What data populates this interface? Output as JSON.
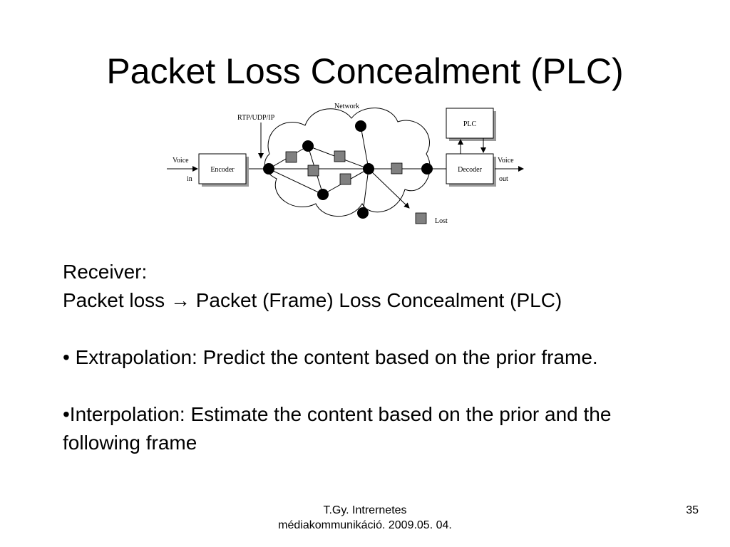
{
  "slide": {
    "title": "Packet Loss Concealment (PLC)"
  },
  "diagram": {
    "labels": {
      "network": "Network",
      "protocol": "RTP/UDP/IP",
      "plc": "PLC",
      "voice_in_1": "Voice",
      "voice_in_2": "in",
      "encoder": "Encoder",
      "decoder": "Decoder",
      "voice_out_1": "Voice",
      "voice_out_2": "out",
      "lost": "Lost"
    },
    "colors": {
      "packet": "#808080",
      "node": "#000000",
      "box_shadow": "#9a9a9a"
    }
  },
  "content": {
    "receiver_label": "Receiver:",
    "receiver_line": "Packet loss → Packet (Frame) Loss Concealment (PLC)",
    "bullet1": "• Extrapolation: Predict the content based on the prior frame.",
    "bullet2": "•Interpolation: Estimate the content based on the prior and the following frame"
  },
  "footer": {
    "line1": "T.Gy. Intrernetes",
    "line2": "médiakommunikáció. 2009.05. 04.",
    "page_number": "35"
  }
}
